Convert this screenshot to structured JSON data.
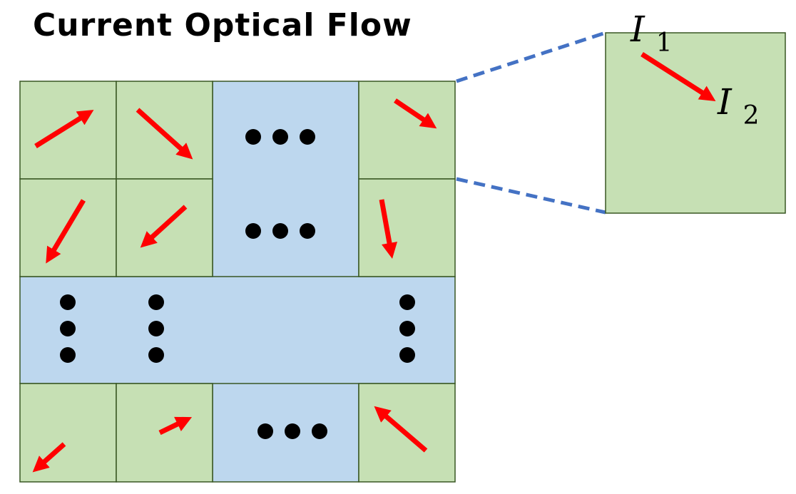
{
  "title": "Current Optical Flow",
  "zoom": {
    "label_start_main": "I",
    "label_start_sub": "1",
    "label_end_main": "I",
    "label_end_sub": "2"
  },
  "colors": {
    "cell_green": "#c6e0b4",
    "cell_border": "#385723",
    "background_blue": "#bdd7ee",
    "arrow_red": "#ff0000",
    "dash_blue": "#4472c4",
    "dot_black": "#000000"
  },
  "ellipsis": {
    "horizontal": "horizontal-ellipsis-icon",
    "vertical": "vertical-ellipsis-icon"
  }
}
